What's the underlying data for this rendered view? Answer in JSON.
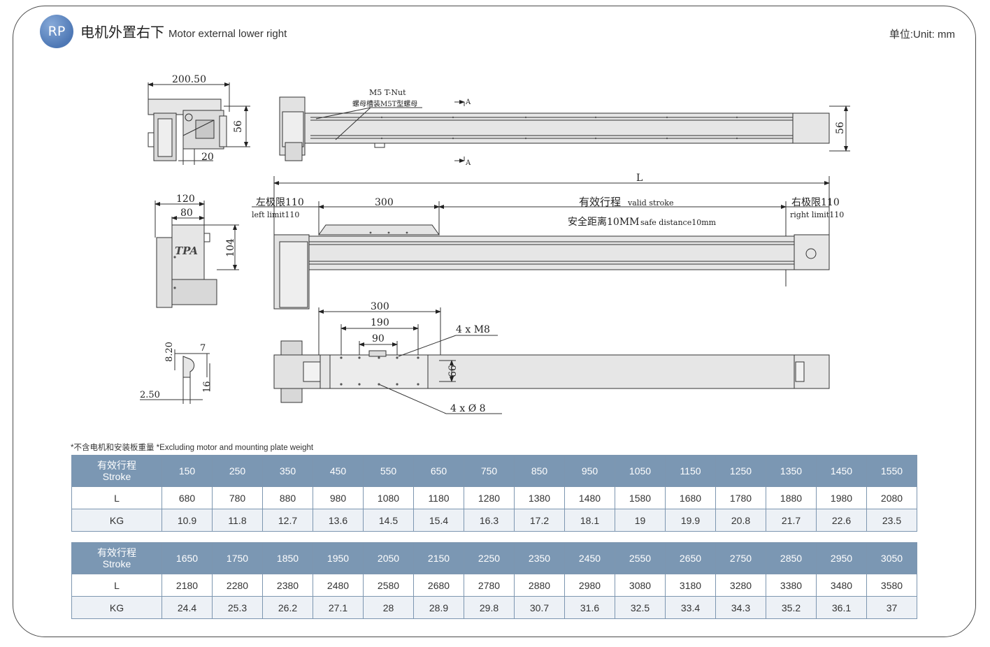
{
  "header": {
    "badge": "RP",
    "title_cn": "电机外置右下",
    "title_en": "Motor external lower right",
    "unit": "单位:Unit: mm"
  },
  "drawing": {
    "dims": {
      "d200": "200.50",
      "d56a": "56",
      "d20": "20",
      "tnut_en": "M5 T-Nut",
      "tnut_cn": "螺母槽装M5T型螺母",
      "sec_a1": "A",
      "sec_a2": "A",
      "d56b": "56",
      "L": "L",
      "d120": "120",
      "d80": "80",
      "d104": "104",
      "left_cn": "左极限110",
      "left_en": "left limit110",
      "d300a": "300",
      "stroke_cn": "有效行程",
      "stroke_en": "valid stroke",
      "safe_cn": "安全距离10MM",
      "safe_en": "safe distance10mm",
      "right_cn": "右极限110",
      "right_en": "right limit110",
      "logo": "TPA",
      "d300b": "300",
      "d190": "190",
      "d90": "90",
      "m8": "4 x  M8",
      "d66": "66",
      "hole8": "4 x  Ø 8",
      "d820": "8.20",
      "d7": "7",
      "d16": "16",
      "d250": "2.50"
    }
  },
  "note": "*不含电机和安装板重量  *Excluding motor and mounting plate weight",
  "tables": [
    {
      "stroke_cn": "有效行程",
      "stroke_en": "Stroke",
      "strokes": [
        "150",
        "250",
        "350",
        "450",
        "550",
        "650",
        "750",
        "850",
        "950",
        "1050",
        "1150",
        "1250",
        "1350",
        "1450",
        "1550"
      ],
      "l_label": "L",
      "L": [
        "680",
        "780",
        "880",
        "980",
        "1080",
        "1180",
        "1280",
        "1380",
        "1480",
        "1580",
        "1680",
        "1780",
        "1880",
        "1980",
        "2080"
      ],
      "kg_label": "KG",
      "KG": [
        "10.9",
        "11.8",
        "12.7",
        "13.6",
        "14.5",
        "15.4",
        "16.3",
        "17.2",
        "18.1",
        "19",
        "19.9",
        "20.8",
        "21.7",
        "22.6",
        "23.5"
      ]
    },
    {
      "stroke_cn": "有效行程",
      "stroke_en": "Stroke",
      "strokes": [
        "1650",
        "1750",
        "1850",
        "1950",
        "2050",
        "2150",
        "2250",
        "2350",
        "2450",
        "2550",
        "2650",
        "2750",
        "2850",
        "2950",
        "3050"
      ],
      "l_label": "L",
      "L": [
        "2180",
        "2280",
        "2380",
        "2480",
        "2580",
        "2680",
        "2780",
        "2880",
        "2980",
        "3080",
        "3180",
        "3280",
        "3380",
        "3480",
        "3580"
      ],
      "kg_label": "KG",
      "KG": [
        "24.4",
        "25.3",
        "26.2",
        "27.1",
        "28",
        "28.9",
        "29.8",
        "30.7",
        "31.6",
        "32.5",
        "33.4",
        "34.3",
        "35.2",
        "36.1",
        "37"
      ]
    }
  ],
  "colors": {
    "header_fill": "#7b97b3",
    "alt_row": "#edf1f6",
    "badge": "#5b84bf",
    "profile": "#e3e3e3"
  }
}
